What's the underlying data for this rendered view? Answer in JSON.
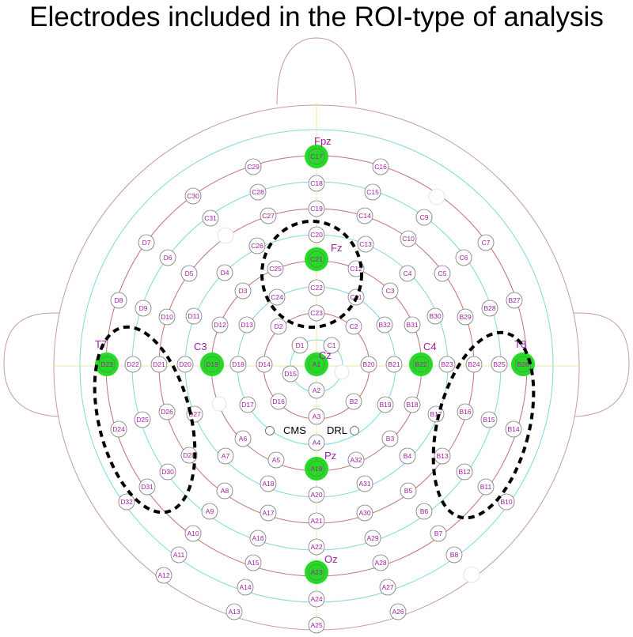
{
  "title": "Electrodes included in the ROI-type of analysis",
  "electrodes": [
    {
      "label": "C17"
    },
    {
      "label": "C29"
    },
    {
      "label": "C16"
    },
    {
      "label": "C18"
    },
    {
      "label": "C30"
    },
    {
      "label": "C28"
    },
    {
      "label": "C15"
    },
    {
      "label": "C31"
    },
    {
      "label": "C27"
    },
    {
      "label": "C19"
    },
    {
      "label": "C14"
    },
    {
      "label": "C9"
    },
    {
      "label": "D7"
    },
    {
      "label": "C20"
    },
    {
      "label": "C13"
    },
    {
      "label": "C10"
    },
    {
      "label": "C7"
    },
    {
      "label": "D6"
    },
    {
      "label": "C26"
    },
    {
      "label": "C21"
    },
    {
      "label": "C12"
    },
    {
      "label": "C6"
    },
    {
      "label": "D5"
    },
    {
      "label": "D4"
    },
    {
      "label": "C25"
    },
    {
      "label": "C4"
    },
    {
      "label": "C5"
    },
    {
      "label": "C22"
    },
    {
      "label": "D3"
    },
    {
      "label": "C11"
    },
    {
      "label": "C3"
    },
    {
      "label": "D8"
    },
    {
      "label": "D9"
    },
    {
      "label": "C24"
    },
    {
      "label": "B28"
    },
    {
      "label": "B27"
    },
    {
      "label": "D10"
    },
    {
      "label": "D11"
    },
    {
      "label": "C23"
    },
    {
      "label": "B30"
    },
    {
      "label": "B31"
    },
    {
      "label": "B29"
    },
    {
      "label": "D12"
    },
    {
      "label": "D13"
    },
    {
      "label": "D2"
    },
    {
      "label": "C2"
    },
    {
      "label": "B32"
    },
    {
      "label": "D1"
    },
    {
      "label": "C1"
    },
    {
      "label": "D23"
    },
    {
      "label": "D22"
    },
    {
      "label": "D21"
    },
    {
      "label": "D20"
    },
    {
      "label": "D19"
    },
    {
      "label": "D18"
    },
    {
      "label": "D14"
    },
    {
      "label": "A1"
    },
    {
      "label": "B20"
    },
    {
      "label": "B21"
    },
    {
      "label": "B22"
    },
    {
      "label": "B23"
    },
    {
      "label": "B24"
    },
    {
      "label": "B25"
    },
    {
      "label": "B26"
    },
    {
      "label": "D15"
    },
    {
      "label": "A2"
    },
    {
      "label": "D16"
    },
    {
      "label": "B2"
    },
    {
      "label": "D17"
    },
    {
      "label": "B19"
    },
    {
      "label": "B18"
    },
    {
      "label": "D26"
    },
    {
      "label": "D27"
    },
    {
      "label": "B17"
    },
    {
      "label": "B16"
    },
    {
      "label": "A3"
    },
    {
      "label": "D24"
    },
    {
      "label": "D25"
    },
    {
      "label": "B15"
    },
    {
      "label": "B14"
    },
    {
      "label": "A6"
    },
    {
      "label": "A4"
    },
    {
      "label": "B3"
    },
    {
      "label": "A7"
    },
    {
      "label": "A5"
    },
    {
      "label": "A32"
    },
    {
      "label": "B4"
    },
    {
      "label": "B13"
    },
    {
      "label": "D28"
    },
    {
      "label": "A19"
    },
    {
      "label": "D30"
    },
    {
      "label": "A18"
    },
    {
      "label": "A31"
    },
    {
      "label": "B12"
    },
    {
      "label": "D31"
    },
    {
      "label": "A8"
    },
    {
      "label": "A20"
    },
    {
      "label": "B5"
    },
    {
      "label": "B11"
    },
    {
      "label": "D32"
    },
    {
      "label": "A17"
    },
    {
      "label": "A30"
    },
    {
      "label": "B10"
    },
    {
      "label": "A9"
    },
    {
      "label": "B6"
    },
    {
      "label": "A21"
    },
    {
      "label": "A10"
    },
    {
      "label": "A16"
    },
    {
      "label": "A29"
    },
    {
      "label": "B7"
    },
    {
      "label": "A22"
    },
    {
      "label": "A11"
    },
    {
      "label": "A15"
    },
    {
      "label": "A28"
    },
    {
      "label": "B8"
    },
    {
      "label": "A23"
    },
    {
      "label": "A12"
    },
    {
      "label": "A14"
    },
    {
      "label": "A27"
    },
    {
      "label": "A24"
    },
    {
      "label": "A13"
    },
    {
      "label": "A26"
    },
    {
      "label": "A25"
    }
  ],
  "highlighted_electrodes": [
    "C17",
    "C21",
    "A1",
    "D19",
    "B22",
    "D23",
    "B26",
    "A19",
    "A23"
  ],
  "site_labels": [
    "Fpz",
    "Fz",
    "Cz",
    "C3",
    "C4",
    "T7",
    "T8",
    "Pz",
    "Oz"
  ],
  "reference_labels": [
    "CMS",
    "DRL"
  ],
  "colors": {
    "highlight": "#22dd22",
    "electrode_text": "#a020a0",
    "head_outline": "#c89a9a",
    "ring_red": "#c07070",
    "ring_cyan": "#7fd8d8",
    "axis": "#e8e8a0",
    "roi_outline": "#000000"
  }
}
